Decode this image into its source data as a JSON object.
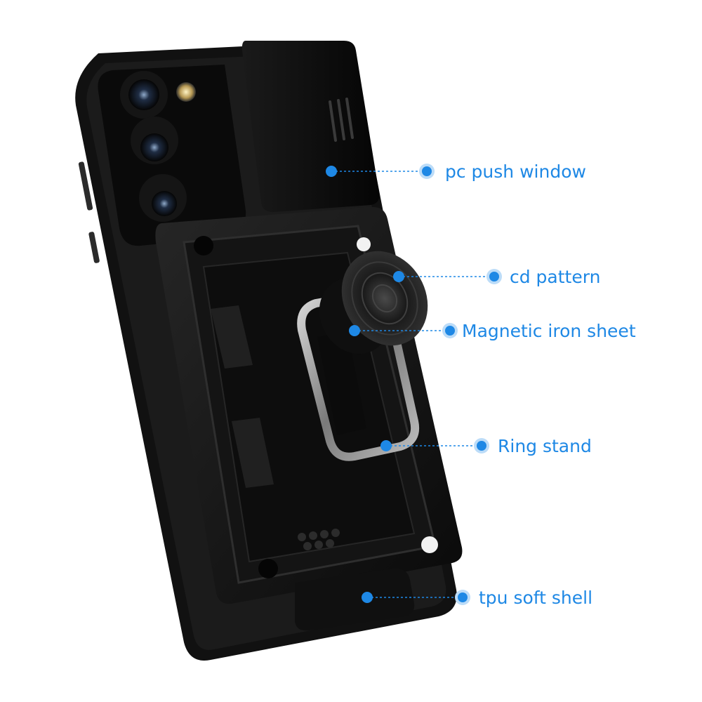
{
  "colors": {
    "accent": "#1e88e5",
    "case": "#0d0d0d"
  },
  "callouts": [
    {
      "id": "pc-push-window",
      "label": "pc push window"
    },
    {
      "id": "cd-pattern",
      "label": "cd pattern"
    },
    {
      "id": "magnetic-iron-sheet",
      "label": "Magnetic iron sheet"
    },
    {
      "id": "ring-stand",
      "label": "Ring stand"
    },
    {
      "id": "tpu-soft-shell",
      "label": "tpu soft shell"
    }
  ]
}
